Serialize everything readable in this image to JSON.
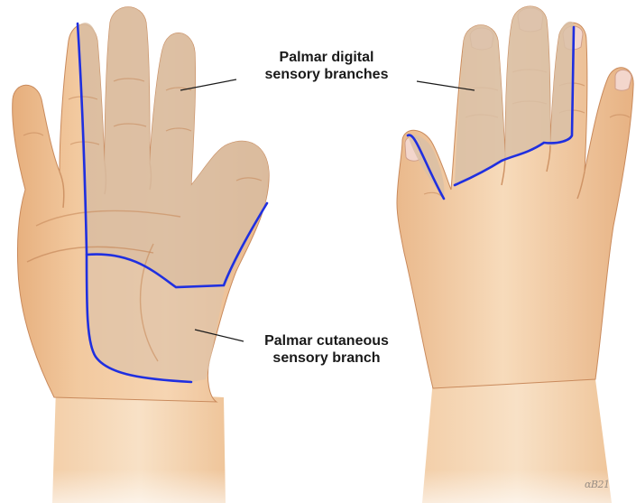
{
  "labels": {
    "digital": {
      "line1": "Palmar digital",
      "line2": "sensory branches"
    },
    "cutaneous": {
      "line1": "Palmar cutaneous",
      "line2": "sensory branch"
    }
  },
  "signature": "ɑB21",
  "colors": {
    "skin_light": "#f6d7b6",
    "skin_mid": "#e9b88c",
    "skin_shade": "#d59a6a",
    "skin_outline": "#c98a5c",
    "nerve_region": "#d9bfa6",
    "nerve_line": "#1f2fe0",
    "leader_line": "#1a1a1a",
    "nail": "#f3d6cc"
  },
  "icons": {
    "left_hand": "palm-view-hand",
    "right_hand": "dorsal-view-hand"
  }
}
